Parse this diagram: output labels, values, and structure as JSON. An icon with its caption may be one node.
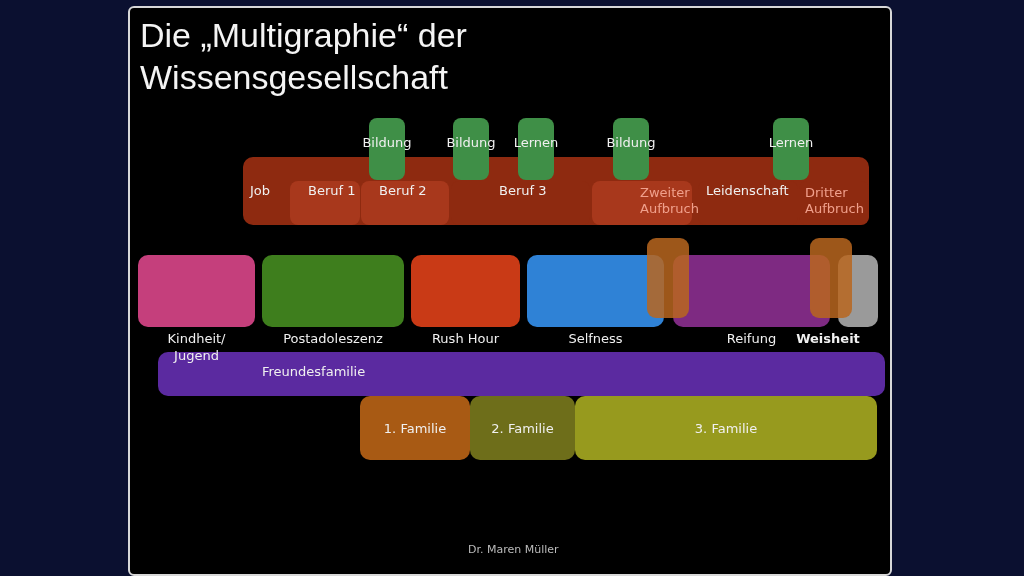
{
  "diagram": {
    "title": "Die „Multigraphie“ der Wissensgesellschaft",
    "nodes": [
      {
        "text": [
          "Job"
        ]
      },
      {
        "text": [
          "Beruf 1"
        ],
        "in": 0
      },
      {
        "text": [
          "Beruf 2"
        ],
        "in": 0
      },
      {
        "text": [
          "Beruf 3"
        ],
        "in": 0
      },
      {
        "text": [
          "Zweiter Aufbruch"
        ],
        "in": 0
      },
      {
        "text": [
          "Leidenschaft"
        ],
        "in": 0
      },
      {
        "text": [
          "Dritter Aufbruch"
        ],
        "in": 0
      },
      {
        "text": [
          "Bildung"
        ]
      },
      {
        "text": [
          "Bildung"
        ]
      },
      {
        "text": [
          "Lernen"
        ]
      },
      {
        "text": [
          "Bildung"
        ]
      },
      {
        "text": [
          "Lernen"
        ]
      },
      {
        "text": [
          "Kindheit/ Jugend"
        ]
      },
      {
        "text": [
          "Postadoleszenz"
        ]
      },
      {
        "text": [
          "Rush Hour"
        ]
      },
      {
        "text": [
          "Selfness"
        ]
      },
      {
        "text": [],
        "shape": "bar"
      },
      {
        "text": [
          "Reifung"
        ]
      },
      {
        "text": [],
        "shape": "bar"
      },
      {
        "text": [
          "Weisheit"
        ]
      },
      {
        "text": [
          "Freundesfamilie"
        ]
      },
      {
        "text": [
          "1. Familie"
        ]
      },
      {
        "text": [
          "2. Familie"
        ]
      },
      {
        "text": [
          "3. Familie"
        ]
      }
    ],
    "labels": [
      "Dr. Maren Müller"
    ]
  }
}
